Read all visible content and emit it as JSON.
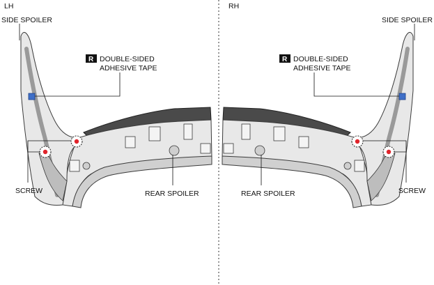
{
  "panels": {
    "left": {
      "side_label": "LH",
      "side_spoiler": "SIDE SPOILER",
      "tape_badge": "R",
      "tape_line1": "DOUBLE-SIDED",
      "tape_line2": "ADHESIVE TAPE",
      "screw": "SCREW",
      "rear_spoiler": "REAR SPOILER"
    },
    "right": {
      "side_label": "RH",
      "side_spoiler": "SIDE SPOILER",
      "tape_badge": "R",
      "tape_line1": "DOUBLE-SIDED",
      "tape_line2": "ADHESIVE TAPE",
      "screw": "SCREW",
      "rear_spoiler": "REAR SPOILER"
    }
  },
  "colors": {
    "outline": "#3a3a3a",
    "part_fill": "#e8e8e8",
    "part_shade": "#bdbdbd",
    "dark_edge": "#4a4a4a",
    "screw_red": "#e0242b",
    "tape_blue": "#3f6fc8",
    "divider": "#555555"
  }
}
